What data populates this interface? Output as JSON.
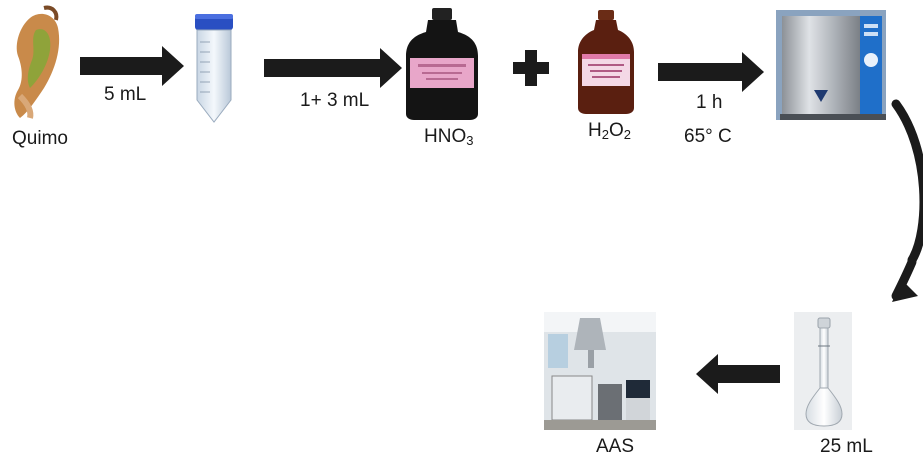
{
  "labels": {
    "quimo": "Quimo",
    "vol_5": "5 mL",
    "vol_1_3": "1+ 3 mL",
    "hno3": {
      "main": "HNO",
      "sub": "3"
    },
    "h2o2": {
      "a": "H",
      "sub1": "2",
      "b": "O",
      "sub2": "2"
    },
    "time": "1 h",
    "temp": "65° C",
    "aas": "AAS",
    "vol_25": "25 mL"
  },
  "colors": {
    "arrow": "#1b1b1b",
    "tube_cap": "#2a4fc2",
    "bottle_brown": "#5a1f10",
    "bottle_black": "#141414",
    "label_pink": "#e8a6c9",
    "oven_steel": "#b8bcc2",
    "oven_panel": "#1f6fc9"
  },
  "icons": {
    "stomach": "stomach-icon",
    "tube": "falcon-tube-icon",
    "hno3_bottle": "reagent-bottle-icon",
    "h2o2_bottle": "reagent-bottle-icon",
    "plus": "plus-icon",
    "oven": "oven-icon",
    "flask": "volumetric-flask-icon",
    "aas": "aas-instrument-icon"
  }
}
